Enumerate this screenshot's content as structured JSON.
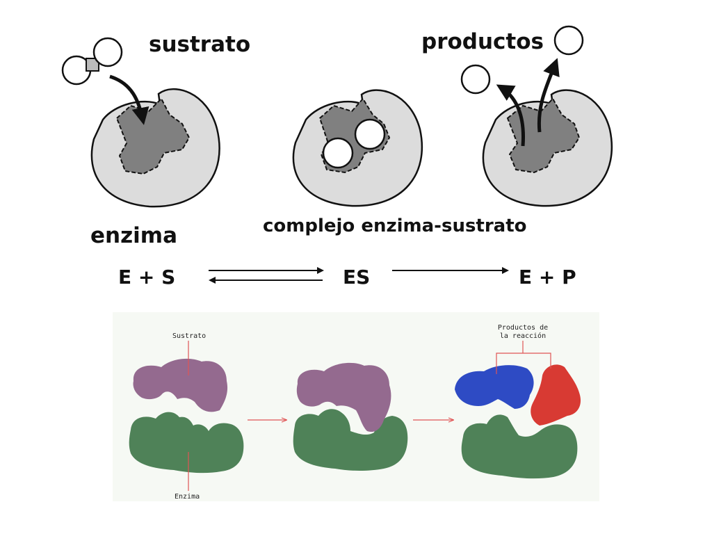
{
  "top_diagram": {
    "label_substrate": "sustrato",
    "label_products": "productos",
    "label_enzyme": "enzima",
    "label_complex": "complejo enzima-sustrato",
    "equation": {
      "left": "E + S",
      "middle": "ES",
      "right": "E + P"
    }
  },
  "bottom_diagram": {
    "label_substrate": "Sustrato",
    "label_enzyme": "Enzima",
    "label_products_line1": "Productos de",
    "label_products_line2": "la reacción"
  },
  "colors": {
    "enzyme_light": "#dcdcdc",
    "active_site_dark": "#808080",
    "outline": "#111111",
    "panel_background": "#f6f9f4",
    "enzyme_green": "#4f8258",
    "substrate_purple": "#946a8f",
    "product_blue": "#2e4bc4",
    "product_red": "#d83a33",
    "arrow_red": "#e05555"
  }
}
